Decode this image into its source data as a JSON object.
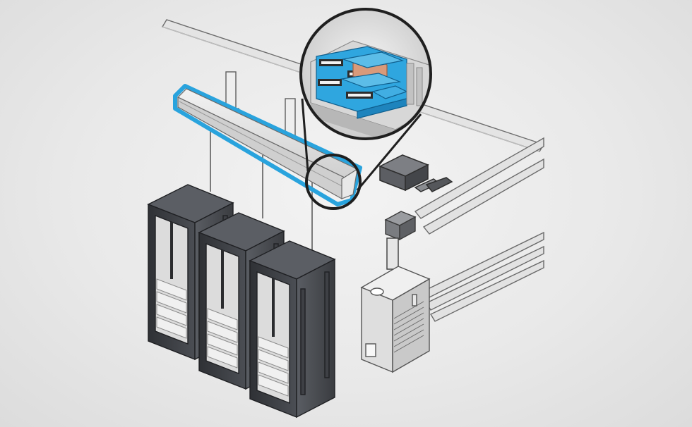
{
  "illustration": {
    "colors": {
      "background": "#ebebeb",
      "accent": "#29a3dd",
      "accent_dark": "#1573a8",
      "copper": "#d99a7a",
      "rack_dark": "#3f4146",
      "rack_mid": "#55585e",
      "server_light": "#e6e6e6",
      "conduit": "#e2e2e2",
      "outline": "#4a4a4a"
    },
    "components": {
      "busway": "busway-duct",
      "zoom": "busway-cross-section-magnifier",
      "racks": [
        "server-rack-1",
        "server-rack-2",
        "server-rack-3"
      ],
      "panel": "electrical-panel",
      "conduits": "conduit-pipes"
    }
  }
}
